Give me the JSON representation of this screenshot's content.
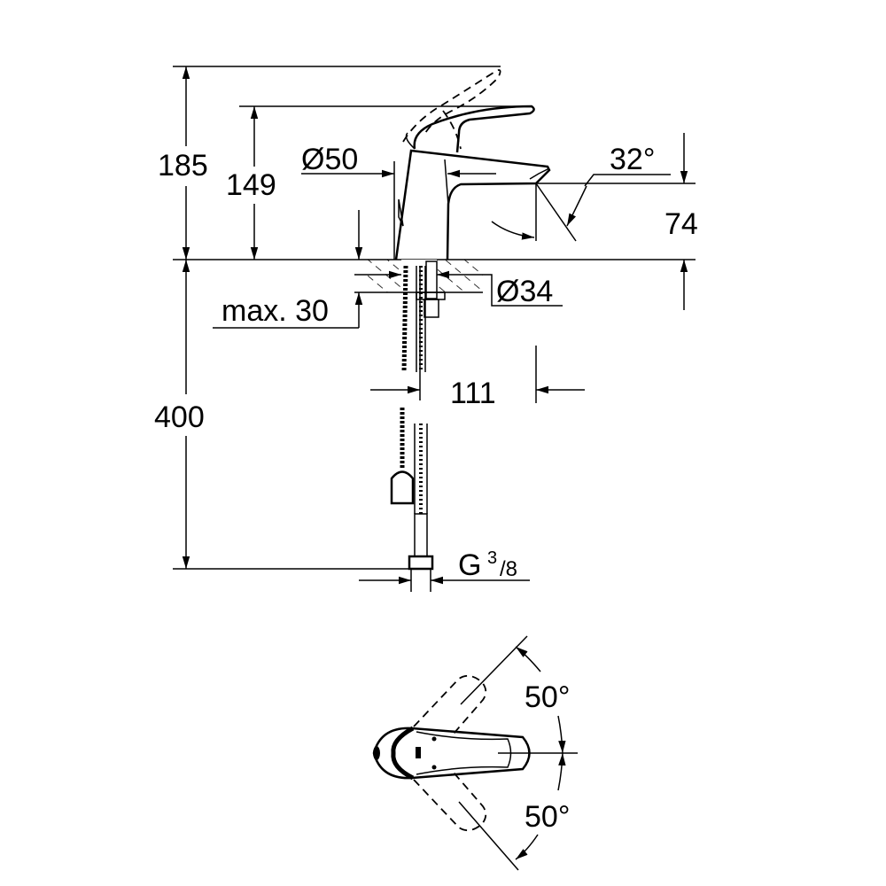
{
  "drawing": {
    "side_view": {
      "dim_total_height": "185",
      "dim_spout_height": "149",
      "dim_body_diameter": "Ø50",
      "dim_lever_angle": "32°",
      "dim_spout_outlet_height": "74",
      "dim_max_thickness": "max. 30",
      "dim_hole_diameter": "Ø34",
      "dim_reach": "111",
      "dim_hose_length": "400",
      "thread_letter": "G",
      "thread_numerator": "3",
      "thread_denominator": "/8"
    },
    "plan_view": {
      "angle_left": "50°",
      "angle_right": "50°"
    }
  }
}
